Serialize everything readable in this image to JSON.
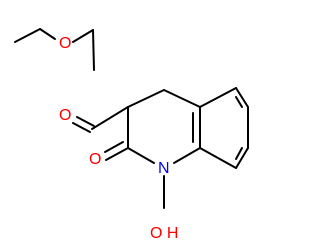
{
  "molecule": {
    "atoms": {
      "ester_o": "O",
      "carbonyl_o": "O",
      "lactam_o": "O",
      "ring_n": "N",
      "hydroxyl": "O H"
    },
    "colors": {
      "bond": "#000000",
      "oxygen": "#ff0000",
      "nitrogen": "#0000ff"
    }
  }
}
